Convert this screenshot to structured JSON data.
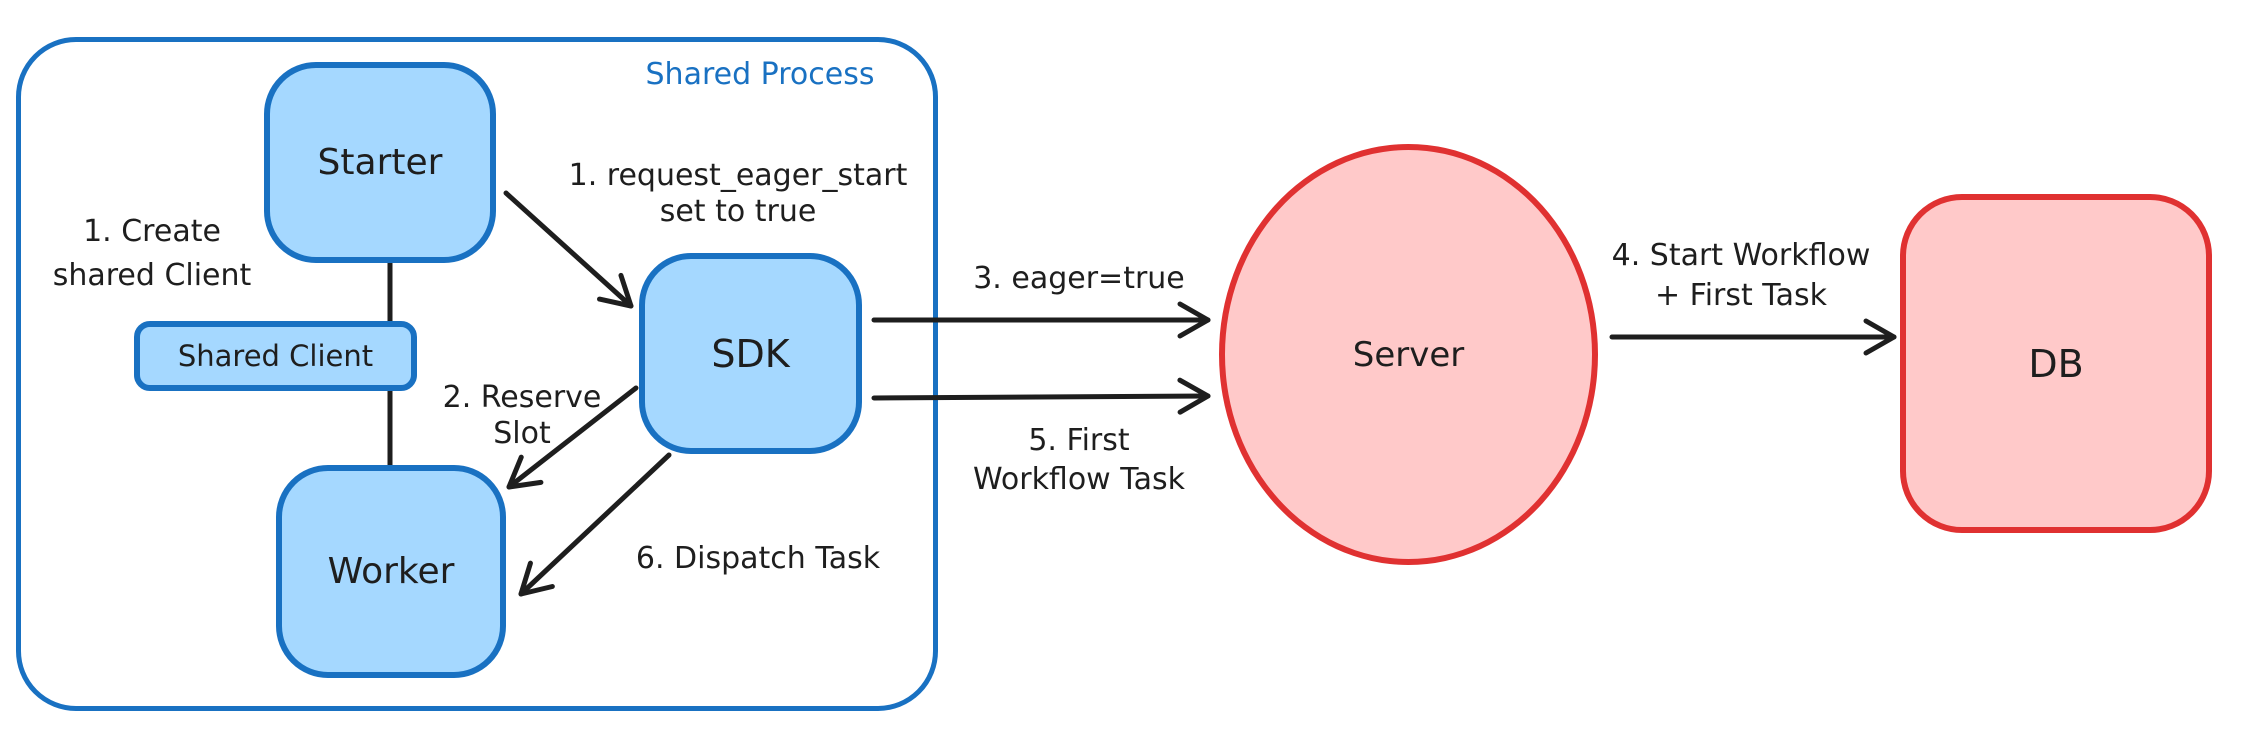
{
  "container": {
    "label": "Shared Process"
  },
  "nodes": {
    "starter": "Starter",
    "shared_client": "Shared Client",
    "worker": "Worker",
    "sdk": "SDK",
    "server": "Server",
    "db": "DB"
  },
  "annotations": {
    "step1_create": "1. Create\nshared Client",
    "step1_eager_start": "1. request_eager_start\nset to true",
    "step2_reserve": "2. Reserve\nSlot",
    "step3_eager_true": "3. eager=true",
    "step4_start_workflow": "4. Start Workflow\n+ First Task",
    "step5_first_task": "5. First\nWorkflow Task",
    "step6_dispatch": "6. Dispatch Task"
  },
  "colors": {
    "blue-border": "#1971C2",
    "blue-fill": "#A5D8FF",
    "red-border": "#E03131",
    "red-fill": "#FFC9C9",
    "ink": "#1E1E1E",
    "background": "#FFFFFF"
  }
}
